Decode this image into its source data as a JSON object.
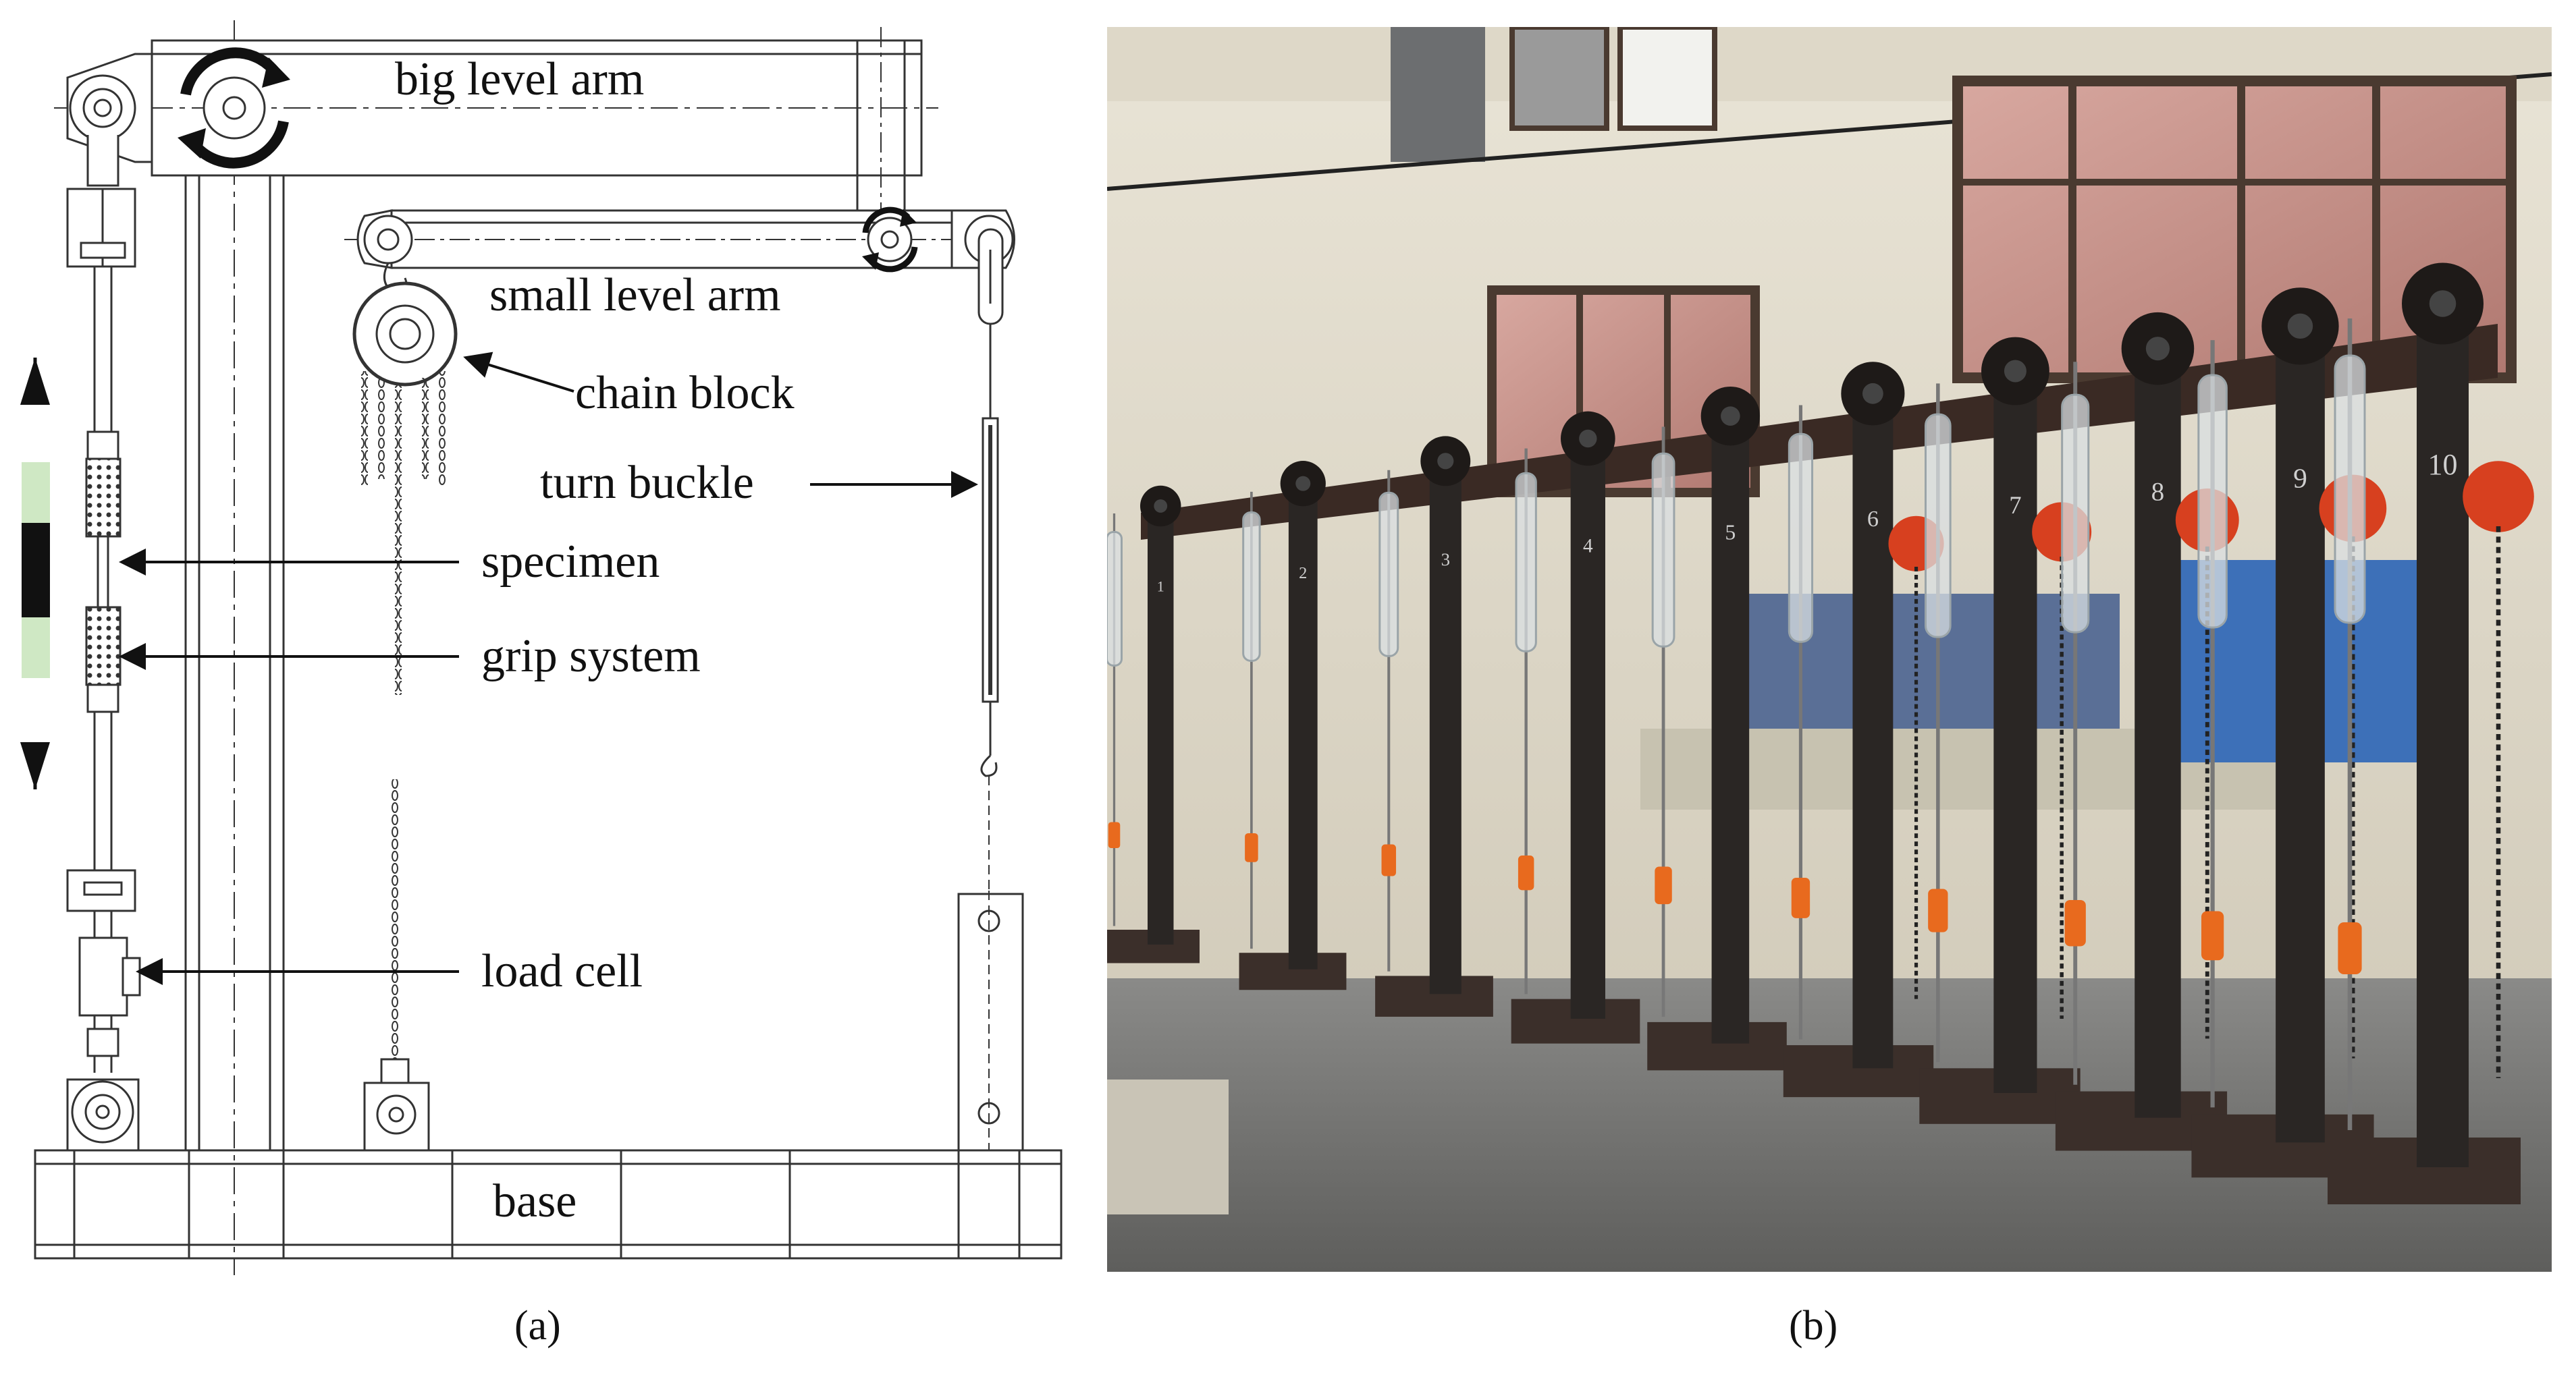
{
  "panel_a": {
    "labels": {
      "big_arm": "big level arm",
      "small_arm": "small level arm",
      "chain_block": "chain block",
      "turn_buckle": "turn buckle",
      "specimen": "specimen",
      "grip_system": "grip system",
      "load_cell": "load cell",
      "base": "base"
    },
    "caption": "(a)"
  },
  "panel_b": {
    "caption": "(b)",
    "frame_numbers": [
      "1",
      "2",
      "3",
      "4",
      "5",
      "6",
      "7",
      "8",
      "9",
      "10"
    ]
  },
  "colors": {
    "specimen_green": "#cfe8c4",
    "specimen_black": "#111111",
    "steel": "#2a2624",
    "load_cell_orange": "#e86a1e",
    "chain_block_red": "#d7401f"
  }
}
